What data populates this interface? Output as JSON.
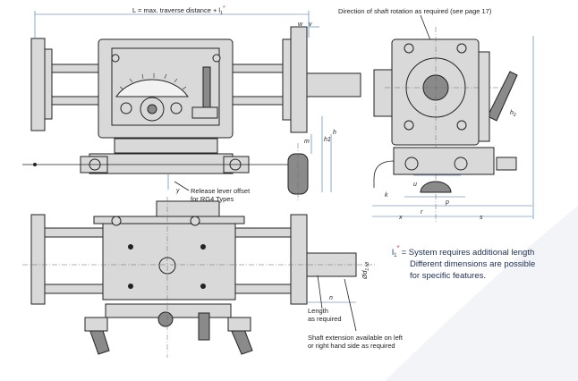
{
  "labels": {
    "top_dimension": "L = max. traverse distance + l",
    "top_dimension_sub": "1",
    "top_dimension_star": "*",
    "rotation_note": "Direction of shaft rotation as required (see page 17)",
    "release_lever_1": "Release lever offset",
    "release_lever_2": "for RG4 Types",
    "length_1": "Length",
    "length_2": "as required",
    "shaft_ext_1": "Shaft extension available on left",
    "shaft_ext_2": "or right hand side as required"
  },
  "dims": {
    "w": "w",
    "v": "v",
    "m": "m",
    "h": "h",
    "h1": "h1",
    "y": "y",
    "k": "k",
    "u": "u",
    "p": "p",
    "r": "r",
    "x": "x",
    "s": "s",
    "n": "n",
    "d": "Ød",
    "d_sub": "1 h8",
    "h_right": "h",
    "h_right_sub": "2"
  },
  "footnote": {
    "l": "l",
    "l_sub": "1",
    "l_star": "*",
    "eq": "= System requires additional length",
    "line2": "Different dimensions are possible",
    "line3": "for specific features."
  },
  "colors": {
    "accent": "#e04646",
    "ink": "#222222",
    "note": "#1d2f55",
    "dim": "#3a6fb0"
  }
}
